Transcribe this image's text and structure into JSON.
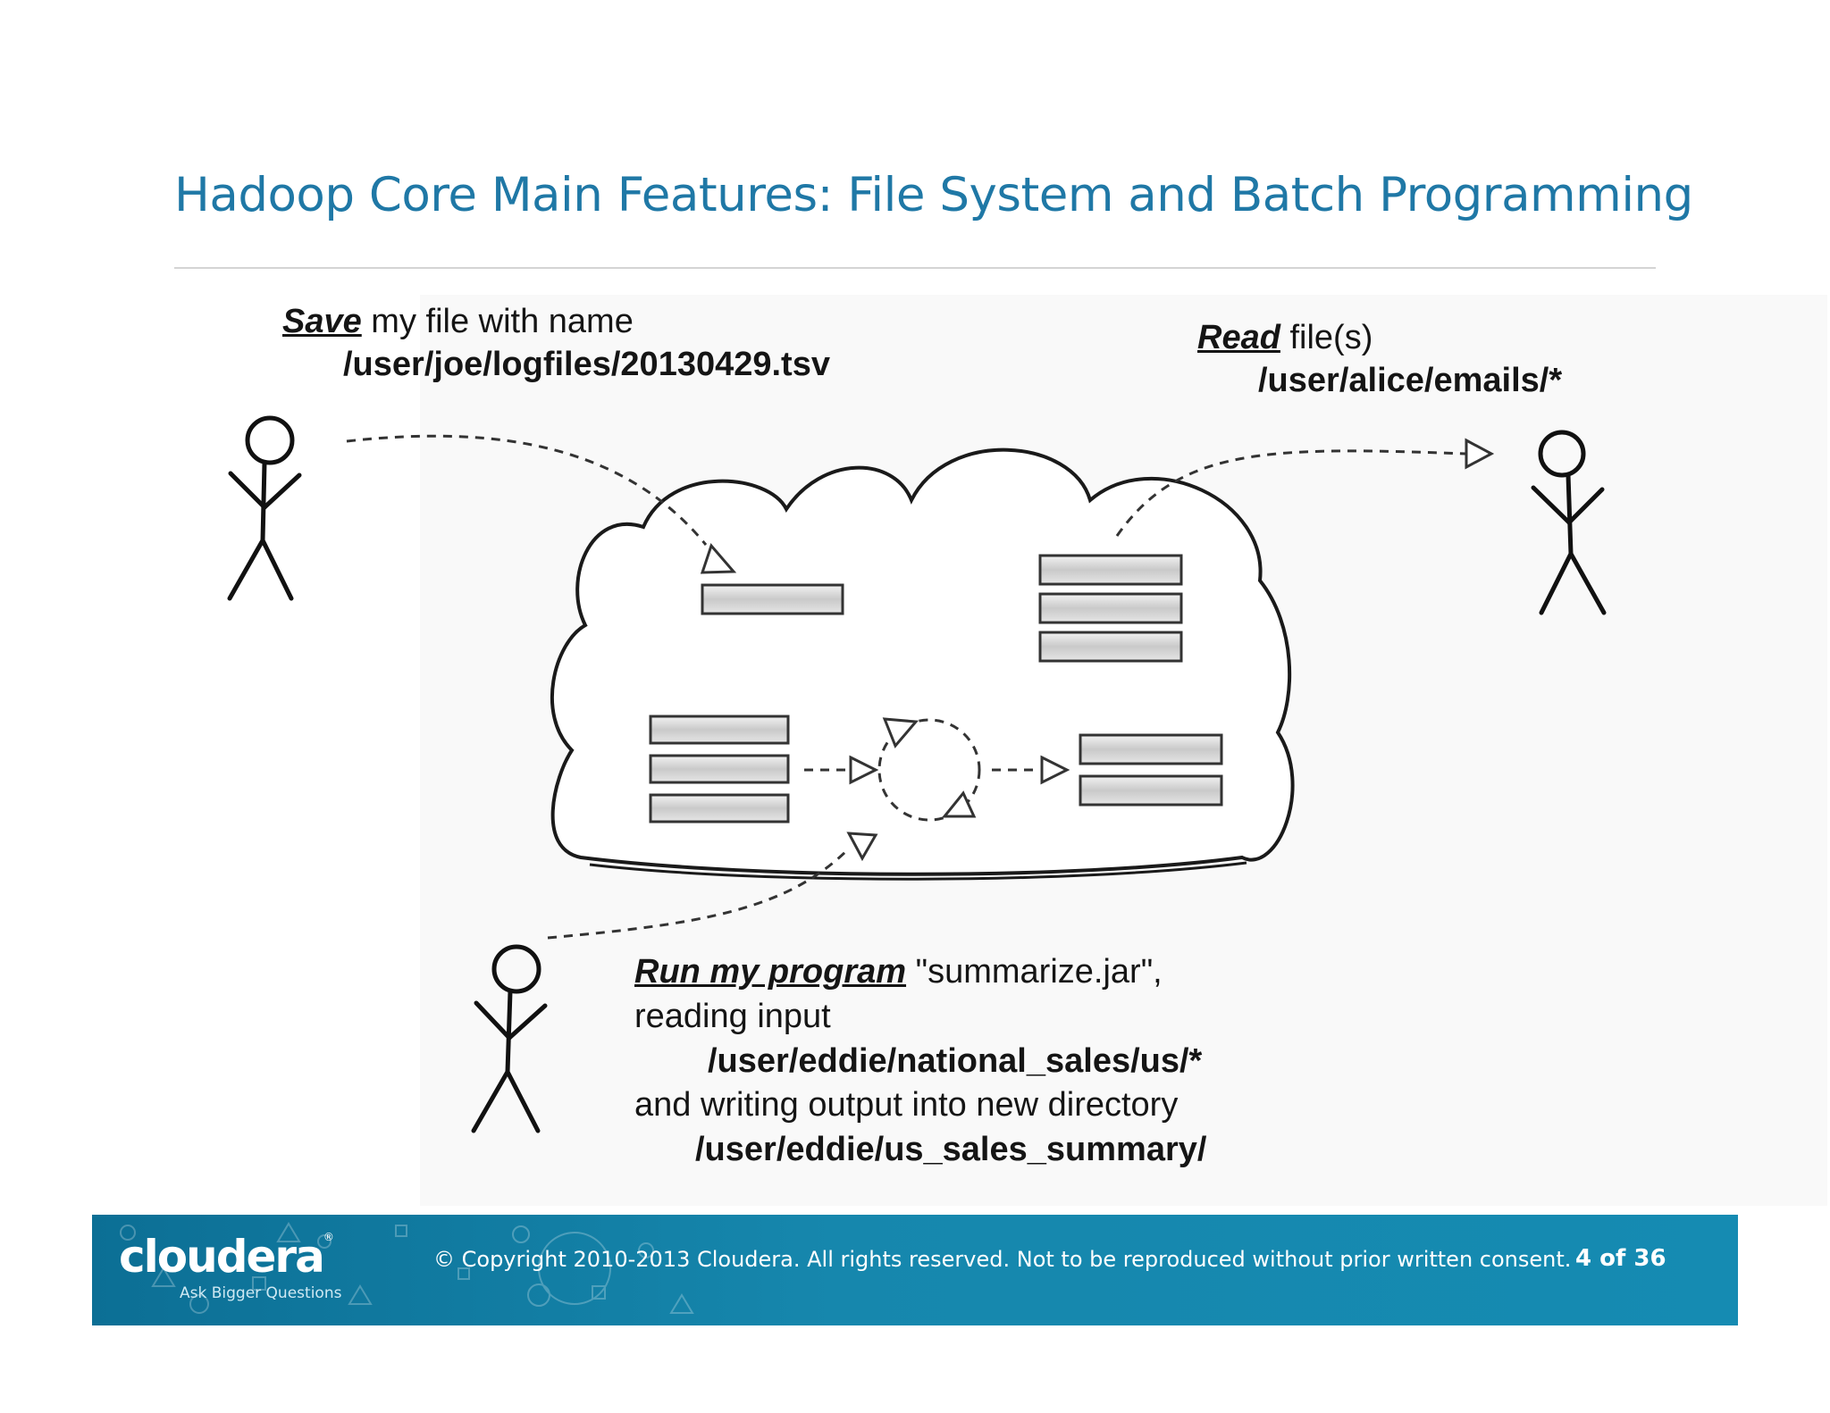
{
  "title": "Hadoop Core Main Features: File System and Batch Programming",
  "save": {
    "verb": "Save",
    "rest": " my file with name",
    "path": "/user/joe/logfiles/20130429.tsv"
  },
  "read": {
    "verb": "Read",
    "rest": " file(s)",
    "path": "/user/alice/emails/*"
  },
  "run": {
    "verb": "Run my program",
    "rest": " \"summarize.jar\",",
    "line2": "reading input",
    "input_path": "/user/eddie/national_sales/us/*",
    "line4": "and writing output into new directory",
    "output_path": "/user/eddie/us_sales_summary/"
  },
  "footer": {
    "logo": "cloudera",
    "logo_mark": "®",
    "tagline": "Ask Bigger Questions",
    "copyright": "© Copyright 2010-2013 Cloudera. All rights reserved. Not to be reproduced without prior written consent.",
    "page": "4 of 36"
  },
  "colors": {
    "title": "#1f78a6",
    "footer_bg": "#1687ad",
    "block_fill": "#d9d9d9"
  }
}
